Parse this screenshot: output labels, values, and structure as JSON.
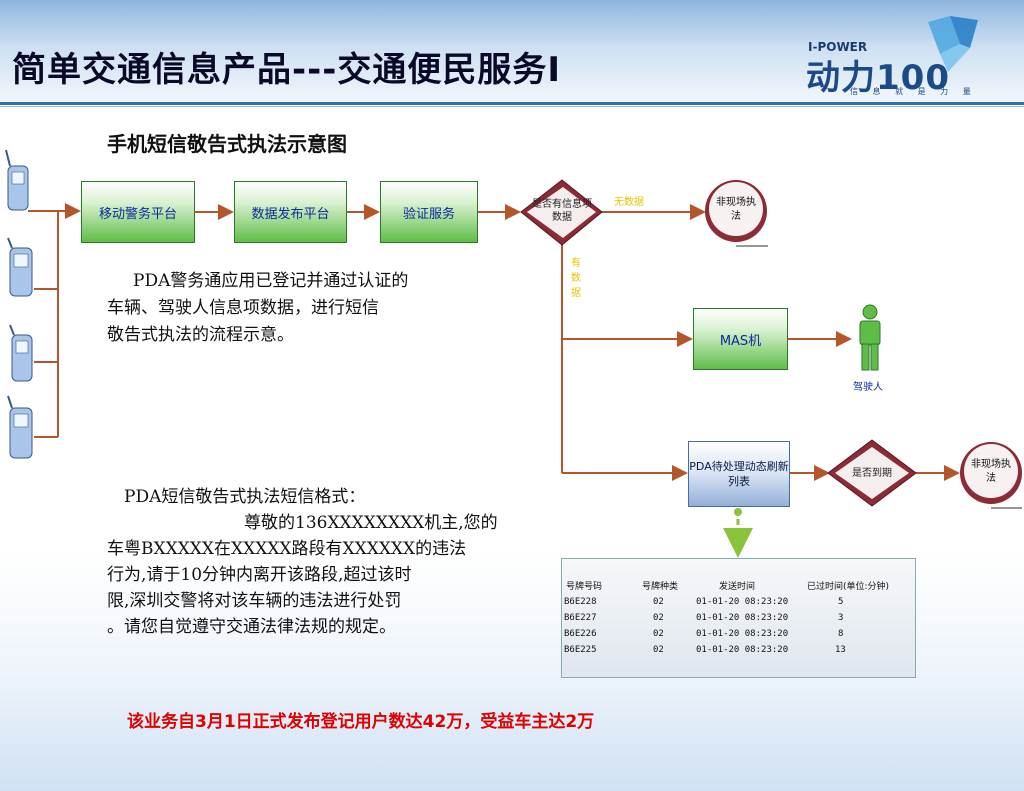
{
  "header": {
    "title": "简单交通信息产品---交通便民服务I",
    "logo_brand": "I-POWER",
    "logo_name": "动力100",
    "logo_slogan": "信 息 就 是 力 量"
  },
  "diagram": {
    "subtitle": "手机短信敬告式执法示意图",
    "nodes": {
      "mobile_police": "移动警务平台",
      "data_publish": "数据发布平台",
      "verify": "验证服务",
      "decision_info": "是否有信息项数据",
      "non_site_1": "非现场执法",
      "mas": "MAS机",
      "driver": "驾驶人",
      "pda_list": "PDA待处理动态刷新列表",
      "decision_due": "是否到期",
      "non_site_2": "非现场执法"
    },
    "edge_labels": {
      "no_data": "无数据",
      "has_data": "有数据"
    }
  },
  "description": {
    "line1": "PDA警务通应用已登记并通过认证的",
    "line2": "车辆、驾驶人信息项数据，进行短信",
    "line3": "敬告式执法的流程示意。"
  },
  "sms": {
    "heading": "PDA短信敬告式执法短信格式：",
    "lines": [
      "尊敬的136XXXXXXXX机主,您的",
      "车粤BXXXXX在XXXXX路段有XXXXXX的违法",
      "行为,请于10分钟内离开该路段,超过该时",
      "限,深圳交警将对该车辆的违法进行处罚",
      "。请您自觉遵守交通法律法规的规定。"
    ]
  },
  "table": {
    "headers": [
      "号牌号码",
      "号牌种类",
      "发送时间",
      "已过时间(单位:分钟)"
    ],
    "rows": [
      [
        "B6E228",
        "02",
        "01-01-20 08:23:20",
        "5"
      ],
      [
        "B6E227",
        "02",
        "01-01-20 08:23:20",
        "3"
      ],
      [
        "B6E226",
        "02",
        "01-01-20 08:23:20",
        "8"
      ],
      [
        "B6E225",
        "02",
        "01-01-20 08:23:20",
        "13"
      ]
    ]
  },
  "footer": {
    "note": "该业务自3月1日正式发布登记用户数达42万，受益车主达2万"
  },
  "colors": {
    "connector": "#b5562a",
    "green_arrow": "#8ac43a",
    "note_red": "#e00000",
    "diamond": "#8c2a36",
    "circle": "#8c2a36"
  }
}
